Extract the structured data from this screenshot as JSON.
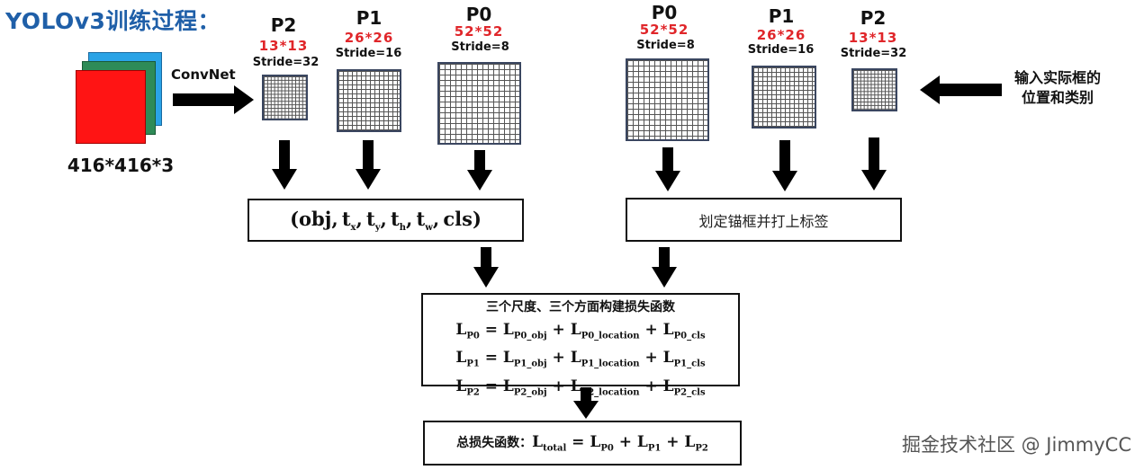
{
  "title": "YOLOv3训练过程：",
  "input": {
    "size_label": "416*416*3",
    "convnet_label": "ConvNet"
  },
  "left_scales": [
    {
      "name": "P2",
      "size": "13*13",
      "stride": "Stride=32"
    },
    {
      "name": "P1",
      "size": "26*26",
      "stride": "Stride=16"
    },
    {
      "name": "P0",
      "size": "52*52",
      "stride": "Stride=8"
    }
  ],
  "right_scales": [
    {
      "name": "P0",
      "size": "52*52",
      "stride": "Stride=8"
    },
    {
      "name": "P1",
      "size": "26*26",
      "stride": "Stride=16"
    },
    {
      "name": "P2",
      "size": "13*13",
      "stride": "Stride=32"
    }
  ],
  "gt_input": {
    "line1": "输入实际框的",
    "line2": "位置和类别"
  },
  "anchor_box_label": "划定锚框并打上标签",
  "loss": {
    "heading": "三个尺度、三个方面构建损失函数"
  },
  "total_loss": {
    "label": "总损失函数："
  },
  "watermark": "掘金技术社区 @ JimmyCC",
  "colors": {
    "title": "#1f5fa8",
    "red_text": "#e0262a",
    "arrow": "#000000"
  }
}
